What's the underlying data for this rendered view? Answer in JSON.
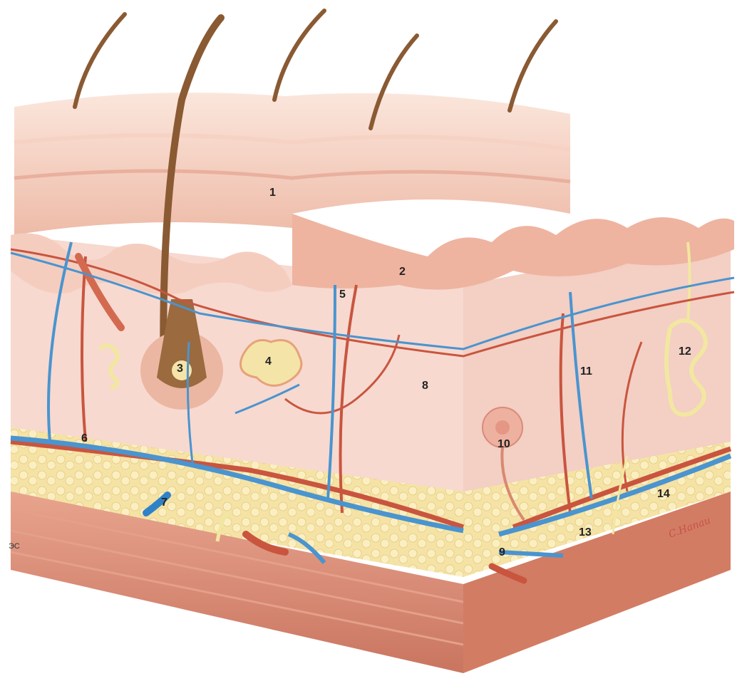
{
  "labels": [
    {
      "id": "label-1",
      "text": "1"
    },
    {
      "id": "label-2",
      "text": "2"
    },
    {
      "id": "label-3",
      "text": "3"
    },
    {
      "id": "label-4",
      "text": "4"
    },
    {
      "id": "label-5",
      "text": "5"
    },
    {
      "id": "label-6",
      "text": "6"
    },
    {
      "id": "label-7",
      "text": "7"
    },
    {
      "id": "label-8",
      "text": "8"
    },
    {
      "id": "label-9",
      "text": "9"
    },
    {
      "id": "label-10",
      "text": "10"
    },
    {
      "id": "label-11",
      "text": "11"
    },
    {
      "id": "label-12",
      "text": "12"
    },
    {
      "id": "label-13",
      "text": "13"
    },
    {
      "id": "label-14",
      "text": "14"
    }
  ],
  "corner_mark": "ЭС",
  "signature": "C.Hanau",
  "colors": {
    "epidermis": "#f1c1b0",
    "dermis": "#f7d9d0",
    "fat": "#f5e3a6",
    "muscle": "#d98870",
    "artery": "#c9553f",
    "vein": "#4a94cf",
    "hair": "#8a5a33",
    "nerve": "#f2e7a0"
  }
}
